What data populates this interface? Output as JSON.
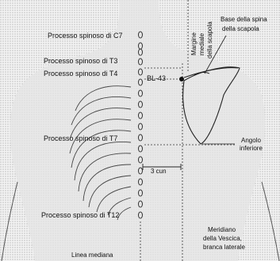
{
  "labels": {
    "c7": "Processo spinoso di C7",
    "t3": "Processo spinoso di T3",
    "t4": "Processo spinoso di T4",
    "t7": "Processo spinoso di T7",
    "t12": "Processo spinoso di T12",
    "bl43": "BL-43",
    "base_line1": "Base della spina",
    "base_line2": "della scapola",
    "margine_line1": "Margine",
    "margine_line2": "mediale",
    "margine_line3": "della scapola",
    "angolo_line1": "Angolo",
    "angolo_line2": "inferiore",
    "cun": "3 cun",
    "linea": "Linea mediana",
    "meridiano_line1": "Meridiano",
    "meridiano_line2": "della Vescica,",
    "meridiano_line3": "branca laterale"
  }
}
